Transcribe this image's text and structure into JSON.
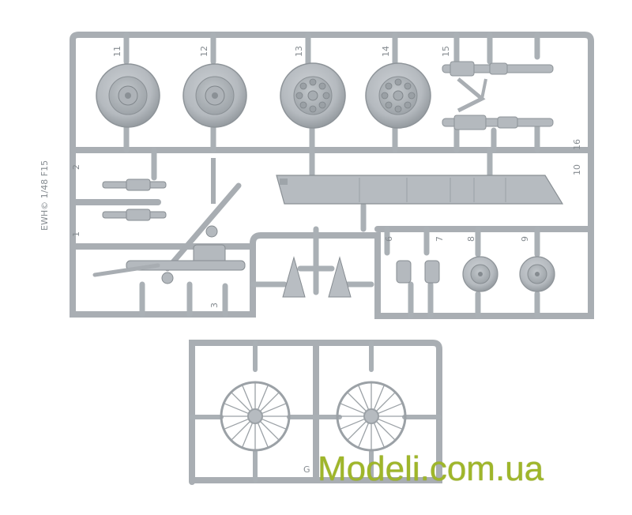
{
  "photo": {
    "subject": "plastic model kit sprue with wheels and landing gear parts",
    "colors": {
      "background": "#ffffff",
      "plastic": "#b9bec3",
      "plastic_shadow": "#8f959a",
      "watermark": "#9fb62a"
    }
  },
  "sprue_markings": {
    "brand_label": "EWH© 1/48 F15",
    "part_numbers": [
      "11",
      "12",
      "13",
      "14",
      "15",
      "16",
      "10",
      "2",
      "1",
      "3",
      "6",
      "7",
      "8",
      "9"
    ],
    "lower_frame_label": "G"
  },
  "watermark": {
    "text": "Modeli.com.ua"
  }
}
